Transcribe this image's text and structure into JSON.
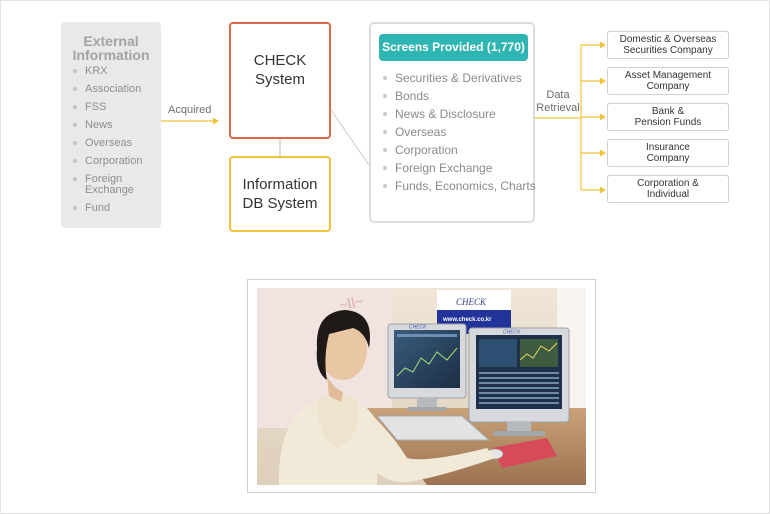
{
  "external": {
    "title": "External\nInformation",
    "items": [
      "KRX",
      "Association",
      "FSS",
      "News",
      "Overseas",
      "Corporation",
      "Foreign\nExchange",
      "Fund"
    ]
  },
  "labels": {
    "acquired": "Acquired",
    "retrieval": "Data\nRetrieval"
  },
  "check_system": "CHECK\nSystem",
  "db_system": "Information\nDB System",
  "screens": {
    "title": "Screens Provided (1,770)",
    "items": [
      "Securities & Derivatives",
      "Bonds",
      "News & Disclosure",
      "Overseas",
      "Corporation",
      "Foreign Exchange",
      "Funds, Economics, Charts"
    ]
  },
  "clients": [
    "Domestic & Overseas\nSecurities Company",
    "Asset Management\nCompany",
    "Bank &\nPension Funds",
    "Insurance\nCompany",
    "Corporation &\nIndividual"
  ],
  "photo": {
    "banner_brand": "CHECK",
    "banner_url": "www.check.co.kr",
    "monitor_brand": "CHECK"
  },
  "colors": {
    "accent_orange": "#e0684a",
    "accent_yellow": "#f2c23a",
    "accent_teal": "#2fb5b2",
    "arrow": "#f2c23a"
  }
}
